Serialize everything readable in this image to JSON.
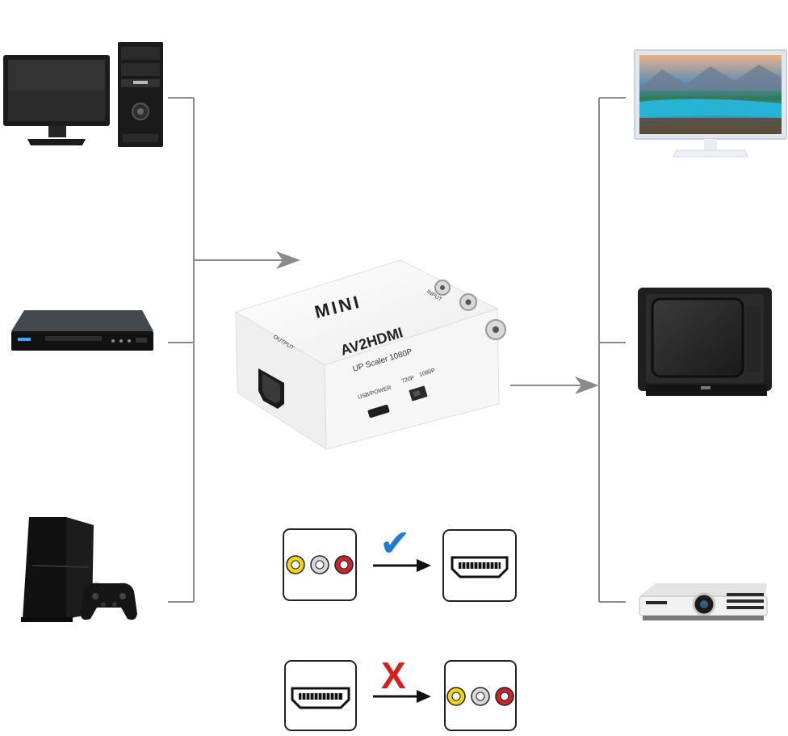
{
  "converter": {
    "brand": "MINI",
    "model": "AV2HDMI",
    "subtitle": "UP Scaler 1080P",
    "output_label": "OUTPUT",
    "input_label": "INPUT",
    "usb_label": "USB/POWER",
    "switch_720": "720P",
    "switch_1080": "1080P"
  },
  "legend": {
    "supported_mark": "✔",
    "unsupported_mark": "X"
  },
  "colors": {
    "line": "#8a8a8a",
    "check": "#1e7bd6",
    "cross": "#d42020",
    "rca_yellow": "#f2d21b",
    "rca_white": "#d8d8d8",
    "rca_red": "#c8262c"
  },
  "sources": [
    "pc-desktop",
    "blu-ray-player",
    "game-console"
  ],
  "displays": [
    "lcd-monitor",
    "crt-tv",
    "projector"
  ]
}
